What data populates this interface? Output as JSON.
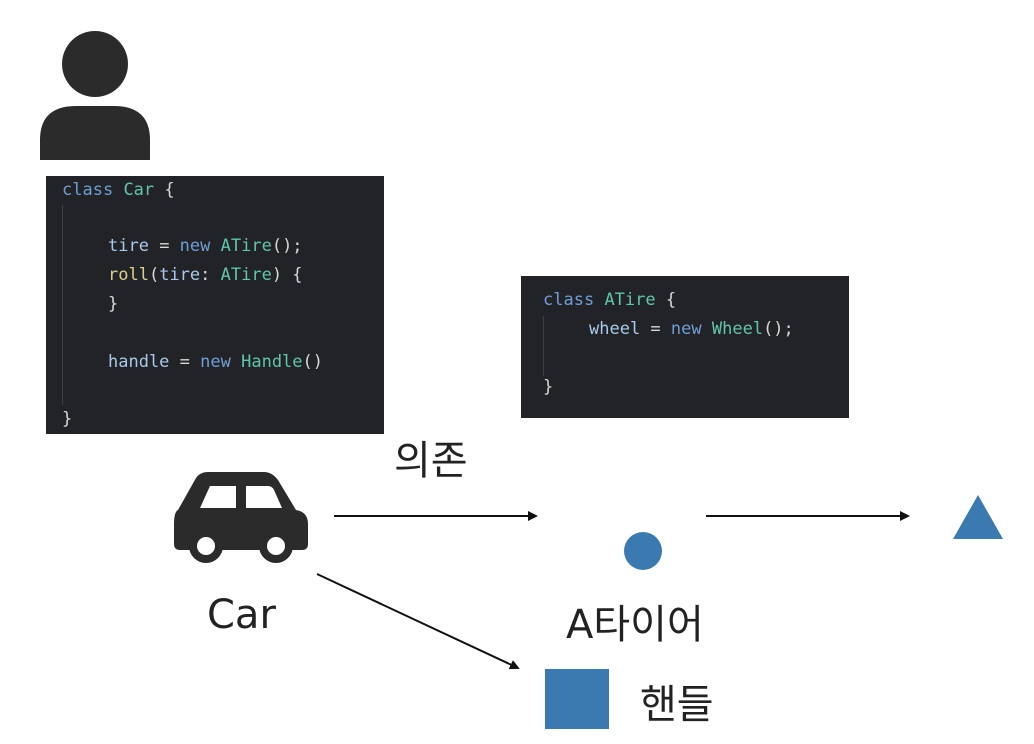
{
  "car_code": {
    "line1_kw": "class",
    "line1_name": "Car",
    "line1_brace": "{",
    "tire_var": "tire",
    "tire_eq": " = ",
    "tire_new": "new",
    "tire_cls": "ATire",
    "tire_end": "();",
    "roll_fn": "roll",
    "roll_open": "(",
    "roll_param": "tire",
    "roll_colon": ": ",
    "roll_type": "ATire",
    "roll_end": ") {",
    "roll_close": "}",
    "handle_var": "handle",
    "handle_eq": " = ",
    "handle_new": "new",
    "handle_cls": "Handle",
    "handle_end": "()",
    "close": "}"
  },
  "atire_code": {
    "line1_kw": "class",
    "line1_name": "ATire",
    "line1_brace": "{",
    "wheel_var": "wheel",
    "wheel_eq": " = ",
    "wheel_new": "new",
    "wheel_cls": "Wheel",
    "wheel_end": "();",
    "close": "}"
  },
  "labels": {
    "dependency": "의존",
    "car": "Car",
    "atire": "A타이어",
    "handle": "핸들"
  },
  "icons": {
    "user": "person-icon",
    "car": "car-icon",
    "tire": "circle-shape",
    "wheel": "triangle-shape",
    "handle": "square-shape"
  },
  "colors": {
    "icon_dark": "#2b2b2b",
    "shape_blue": "#3b7ab0",
    "code_bg": "#222326"
  }
}
